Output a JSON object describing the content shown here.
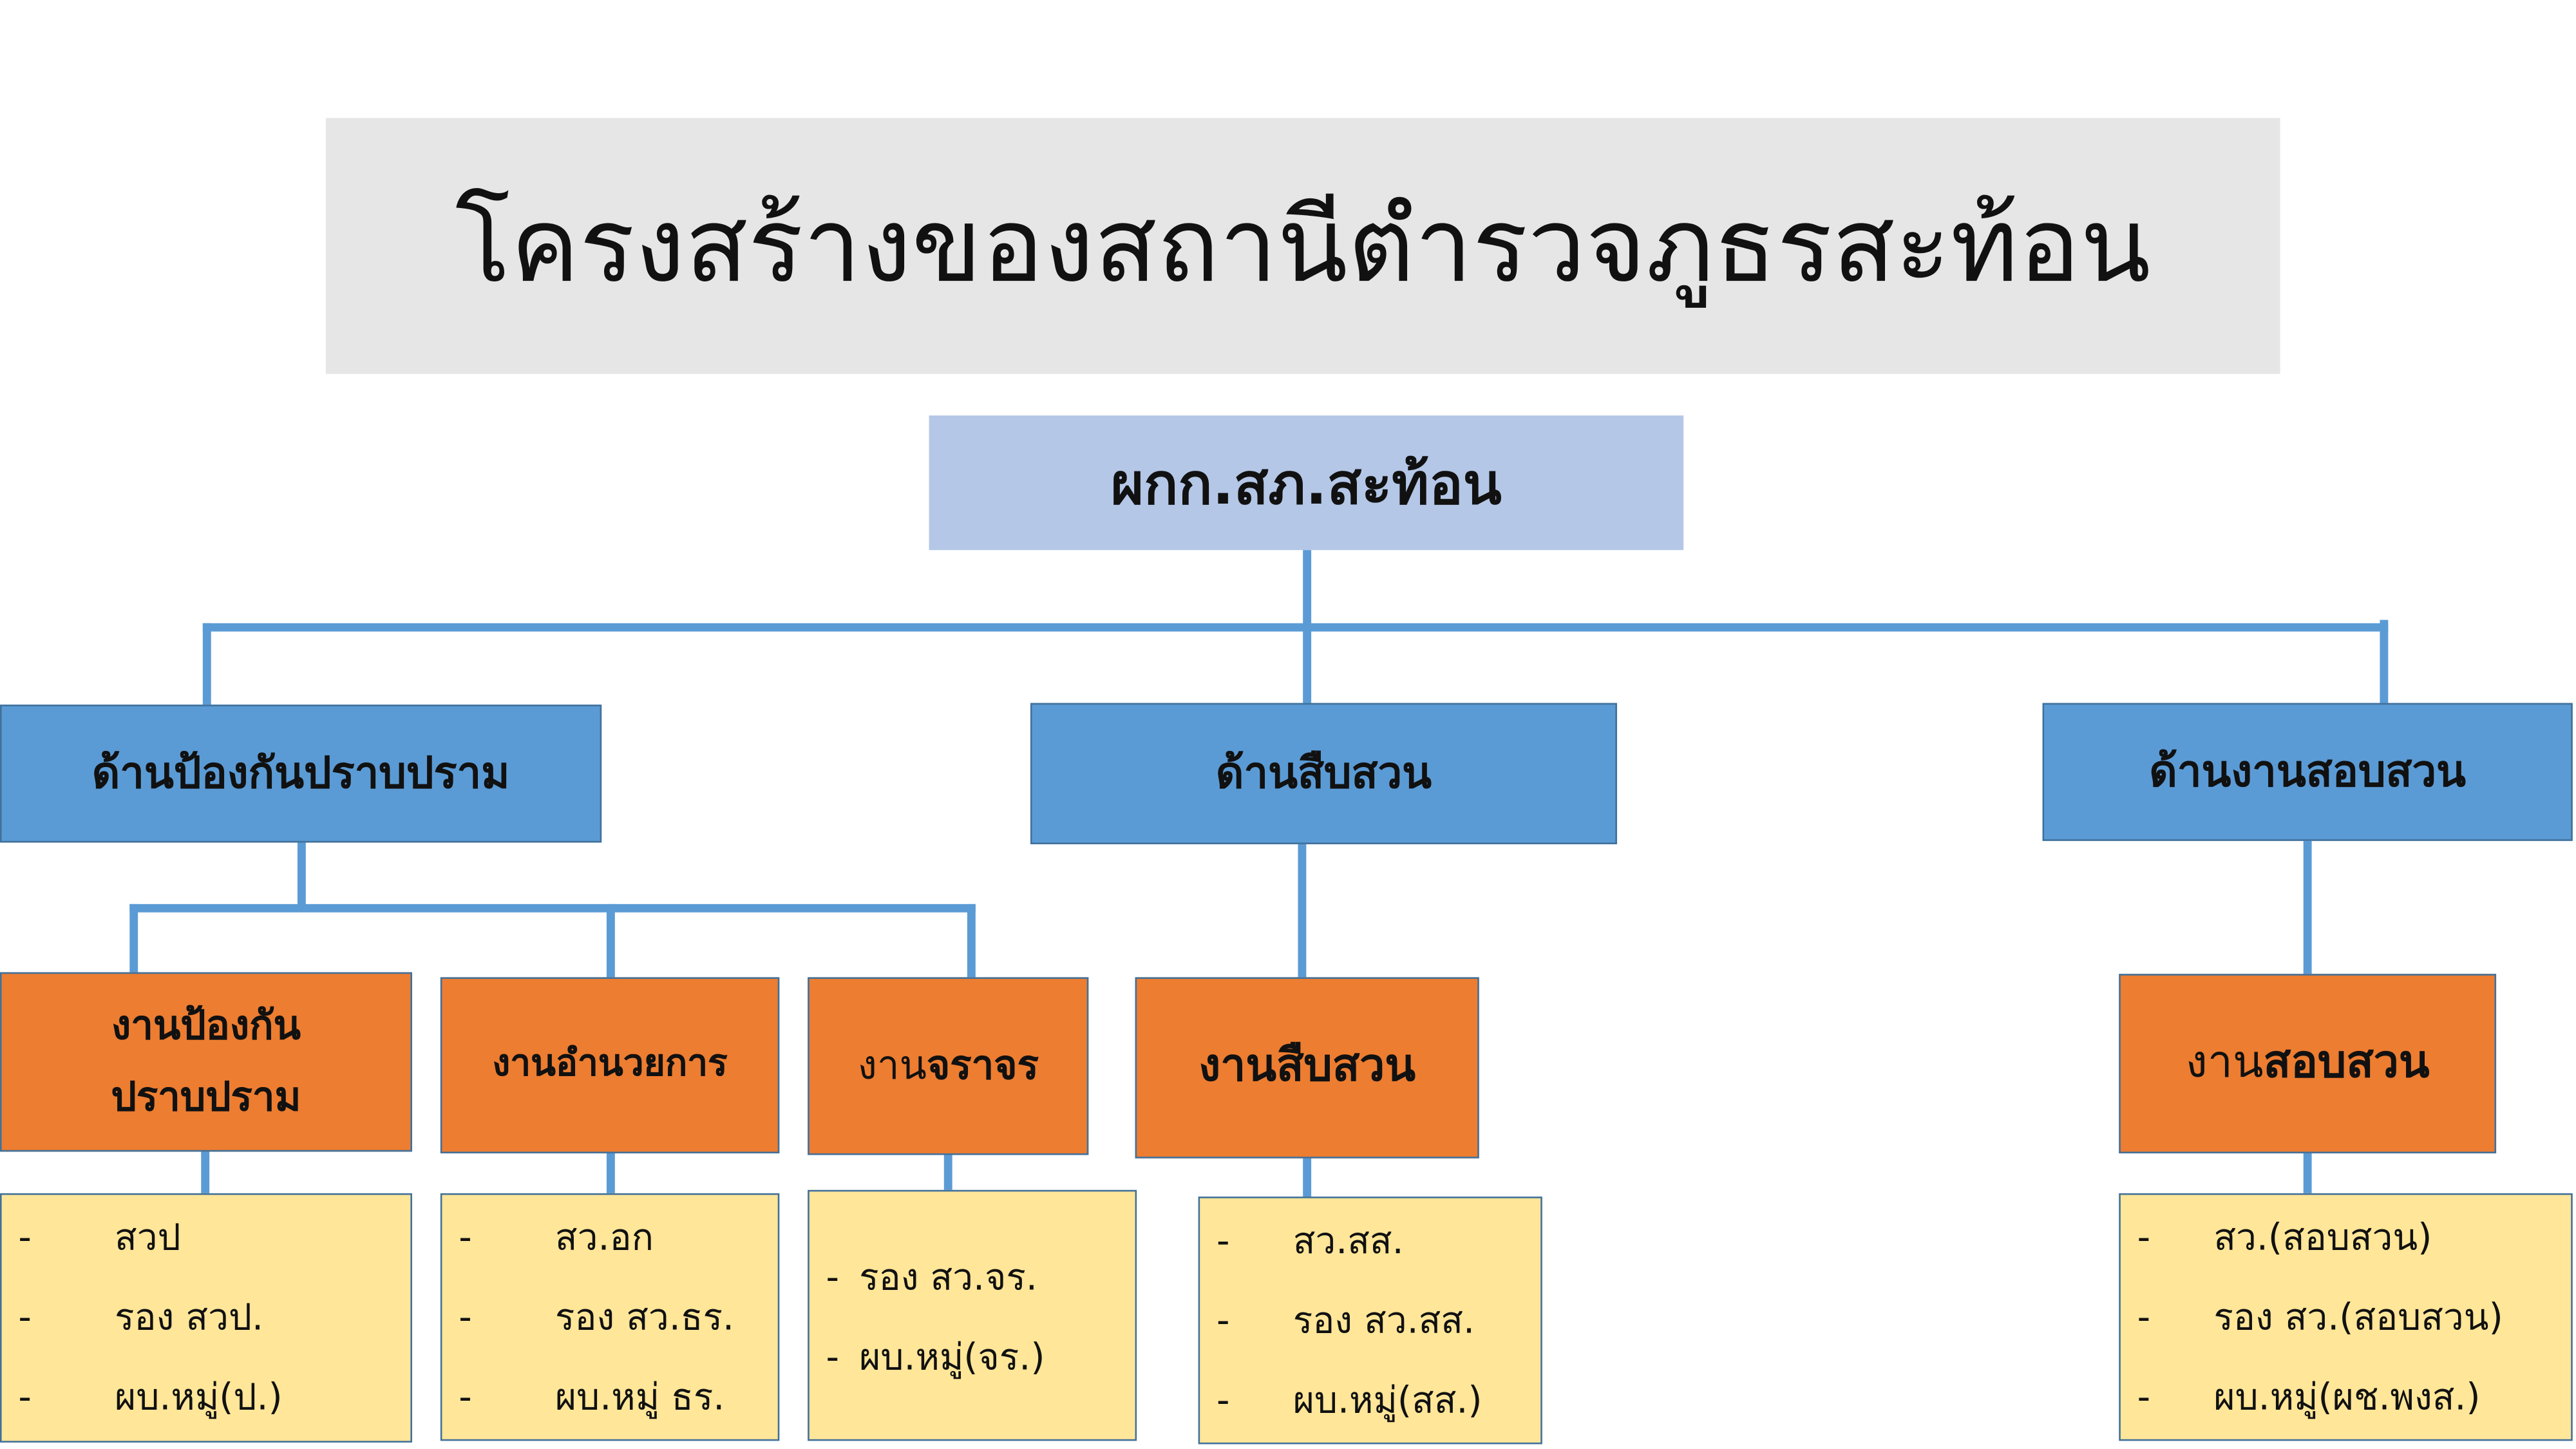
{
  "title": "โครงสร้างของสถานีตำรวจภูธรสะท้อน",
  "top": "ผกก.สภ.สะท้อน",
  "divisions": [
    "ด้านป้องกันปราบปราม",
    "ด้านสืบสวน",
    "ด้านงานสอบสวน"
  ],
  "units": [
    {
      "prefix": "งานป้องกัน",
      "suffix": "ปราบปราม"
    },
    {
      "prefix": "งานอำนวยการ",
      "suffix": ""
    },
    {
      "prefix": "งาน",
      "suffix": "จราจร"
    },
    {
      "prefix": "งานสืบสวน",
      "suffix": ""
    },
    {
      "prefix": "งาน",
      "suffix": "สอบสวน"
    }
  ],
  "staff": [
    [
      "สวป",
      "รอง สวป.",
      "ผบ.หมู่(ป.)"
    ],
    [
      "สว.อก",
      "รอง สว.ธร.",
      "ผบ.หมู่ ธร."
    ],
    [
      "รอง สว.จร.",
      "ผบ.หมู่(จร.)"
    ],
    [
      "สว.สส.",
      "รอง สว.สส.",
      "ผบ.หมู่(สส.)"
    ],
    [
      "สว.(สอบสวน)",
      "รอง สว.(สอบสวน)",
      "ผบ.หมู่(ผช.พงส.)"
    ]
  ],
  "bullet": "-"
}
